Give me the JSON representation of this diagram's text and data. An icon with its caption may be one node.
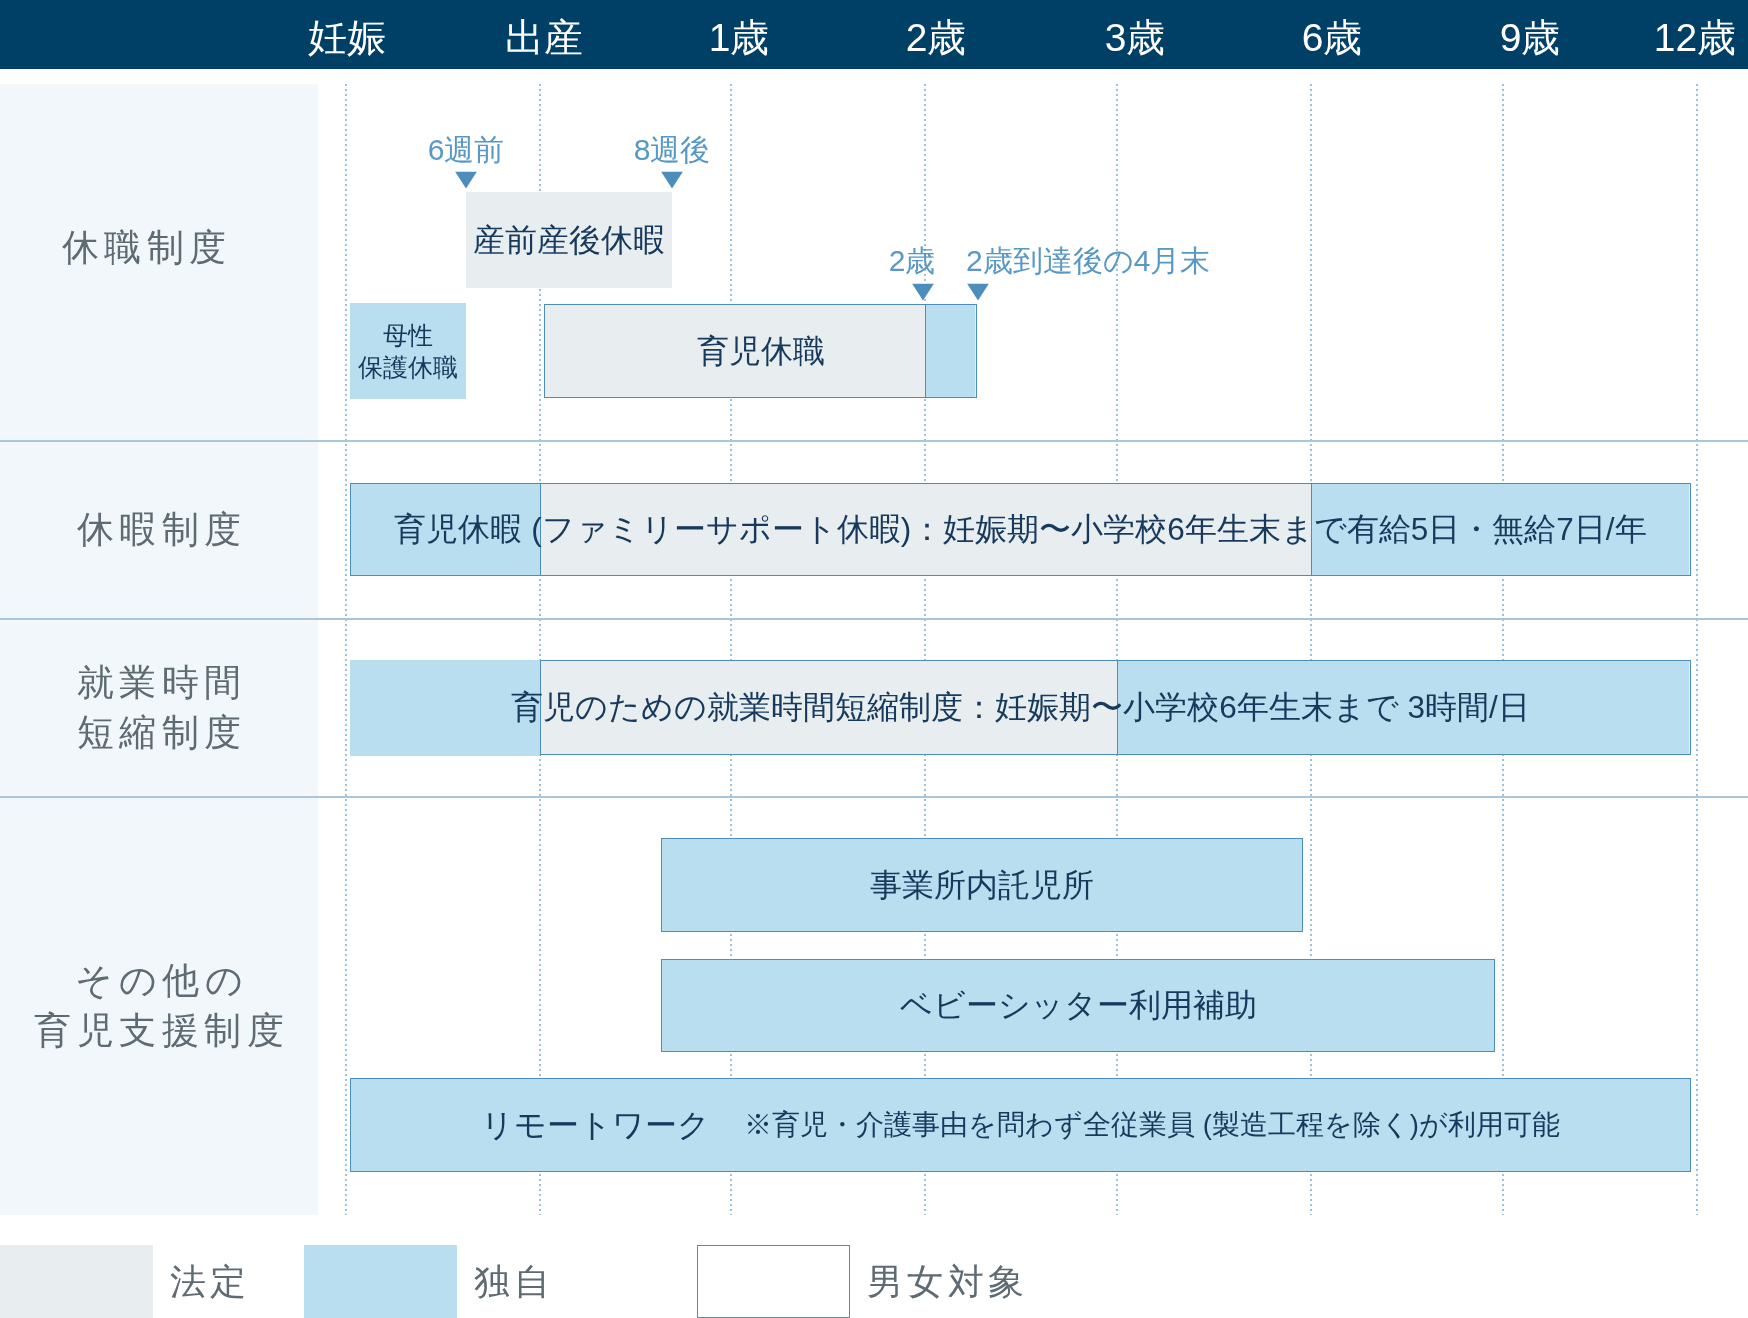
{
  "diagram": {
    "nodes": [
      {
        "text": [
          "休職制度"
        ]
      },
      {
        "text": [
          "産前産後休暇"
        ]
      },
      {
        "text": [
          "母性保護休職"
        ]
      },
      {
        "text": [
          "育児休職"
        ]
      },
      {
        "text": [],
        "shape": "bar",
        "in": 3
      },
      {
        "text": [
          "休暇制度"
        ]
      },
      {
        "text": [
          "育児休暇 (ファミリーサポート休暇)：妊娠期〜小学校6年生末まで有給5日・無給7日/年"
        ]
      },
      {
        "text": [],
        "shape": "bar",
        "in": 6
      },
      {
        "text": [],
        "shape": "bar",
        "in": 6
      },
      {
        "text": [
          "就業時間短縮制度"
        ]
      },
      {
        "text": [
          "育児のための就業時間短縮制度：妊娠期〜小学校6年生末まで 3時間/日"
        ]
      },
      {
        "text": [],
        "shape": "bar",
        "in": 10
      },
      {
        "text": [],
        "shape": "bar",
        "in": 10
      },
      {
        "text": [
          "その他の育児支援制度"
        ]
      },
      {
        "text": [
          "事業所内託児所"
        ]
      },
      {
        "text": [
          "ベビーシッター利用補助"
        ]
      },
      {
        "text": [
          "リモートワーク",
          "※育児・介護事由を問わず全従業員 (製造工程を除く)が利用可能"
        ]
      }
    ],
    "labels": [
      "妊娠",
      "出産",
      "1歳",
      "2歳",
      "3歳",
      "6歳",
      "9歳",
      "12歳",
      "6週前",
      "8週後",
      "2歳",
      "2歳到達後の4月末"
    ],
    "legend": [
      {
        "text": "法定",
        "color": "#e8edef"
      },
      {
        "text": "独自",
        "color": "#b9def0"
      },
      {
        "text": "男女対象"
      }
    ]
  }
}
